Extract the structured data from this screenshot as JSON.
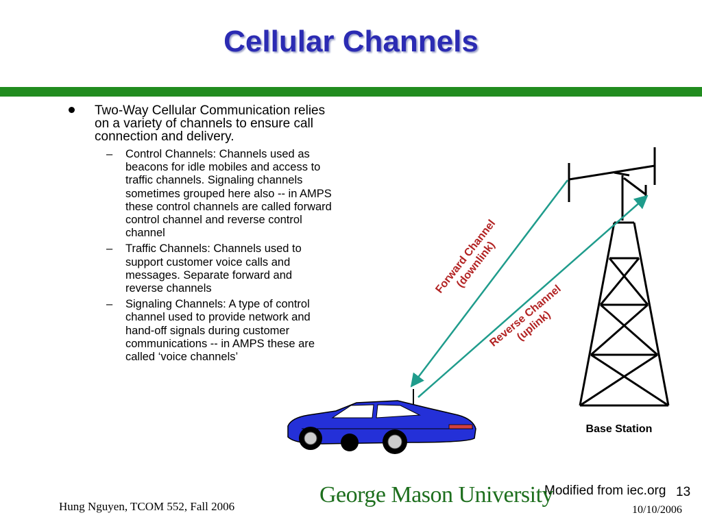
{
  "slide": {
    "title": "Cellular Channels",
    "bullets": [
      {
        "text": "Two-Way Cellular Communication relies on a variety of channels to ensure call connection and delivery.",
        "sub": [
          "Control Channels: Channels used as beacons for idle mobiles and access to traffic channels. Signaling channels sometimes grouped here also -- in AMPS these control channels are called forward control channel and reverse control channel",
          "Traffic Channels: Channels used to support customer voice calls and messages. Separate forward and reverse channels",
          "Signaling Channels: A type of control channel used to provide network and hand-off signals during customer communications -- in AMPS these are called ‘voice channels’"
        ]
      }
    ],
    "sub_marker": "–"
  },
  "diagram": {
    "forward_label_line1": "Forward Channel",
    "forward_label_line2": "(downlink)",
    "reverse_label_line1": "Reverse Channel",
    "reverse_label_line2": "(uplink)",
    "base_station_label": "Base Station",
    "arrow_color": "#1f9c8c",
    "car_color": "#2430d8"
  },
  "footer": {
    "author": "Hung Nguyen, TCOM 552, Fall 2006",
    "university": "George Mason University",
    "modified": "Modified from iec.org",
    "page_number": "13",
    "date": "10/10/2006"
  },
  "colors": {
    "title": "#2b2bb3",
    "rule": "#218c1f",
    "university": "#1e6f1e"
  }
}
